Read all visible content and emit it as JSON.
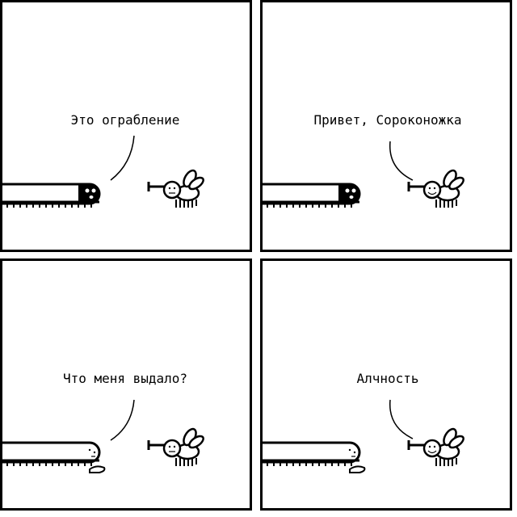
{
  "comic": {
    "panels": [
      {
        "caption": "Это ограбление",
        "speaker": "centipede"
      },
      {
        "caption": "Привет, Сороконожка",
        "speaker": "bee"
      },
      {
        "caption": "Что меня выдало?",
        "speaker": "centipede"
      },
      {
        "caption": "Алчность",
        "speaker": "bee"
      }
    ]
  },
  "colors": {
    "ink": "#000000",
    "paper": "#ffffff"
  }
}
